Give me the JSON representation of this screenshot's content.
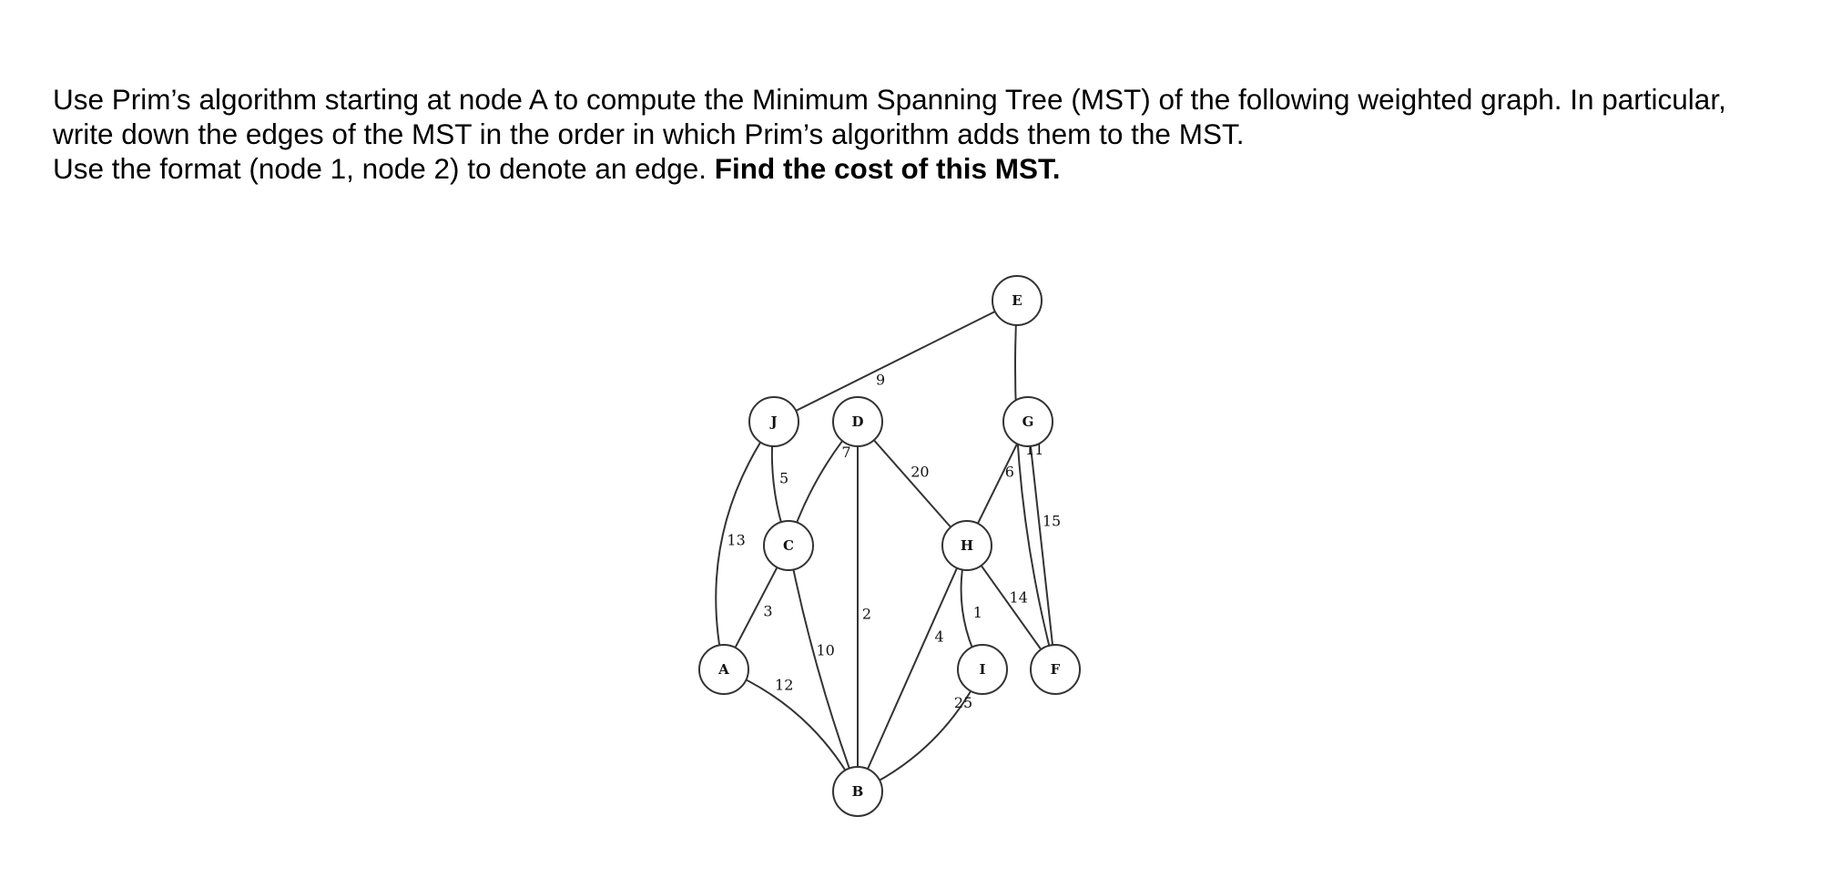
{
  "question": {
    "line1": "Use Prim’s algorithm starting at node A to compute the Minimum Spanning Tree (MST) of the following weighted graph. In particular,",
    "line2": "write down the edges of the MST in the order in which Prim’s algorithm adds them to the MST.",
    "line3_plain": "Use the format (node 1, node 2) to denote an edge. ",
    "line3_bold": "Find the cost of this MST."
  },
  "graph": {
    "nodes": [
      "E",
      "J",
      "D",
      "G",
      "C",
      "H",
      "A",
      "I",
      "F",
      "B"
    ],
    "edges": [
      {
        "from": "J",
        "to": "E",
        "weight": "9"
      },
      {
        "from": "E",
        "to": "F",
        "weight": "11"
      },
      {
        "from": "J",
        "to": "C",
        "weight": "5"
      },
      {
        "from": "J",
        "to": "A",
        "weight": "13"
      },
      {
        "from": "D",
        "to": "C",
        "weight": "7"
      },
      {
        "from": "D",
        "to": "H",
        "weight": "20"
      },
      {
        "from": "D",
        "to": "B",
        "weight": "2"
      },
      {
        "from": "G",
        "to": "H",
        "weight": "6"
      },
      {
        "from": "G",
        "to": "F",
        "weight": "15"
      },
      {
        "from": "C",
        "to": "A",
        "weight": "3"
      },
      {
        "from": "C",
        "to": "B",
        "weight": "10"
      },
      {
        "from": "H",
        "to": "I",
        "weight": "1"
      },
      {
        "from": "H",
        "to": "F",
        "weight": "14"
      },
      {
        "from": "H",
        "to": "B",
        "weight": "4"
      },
      {
        "from": "A",
        "to": "B",
        "weight": "12"
      },
      {
        "from": "I",
        "to": "B",
        "weight": "25"
      }
    ]
  }
}
